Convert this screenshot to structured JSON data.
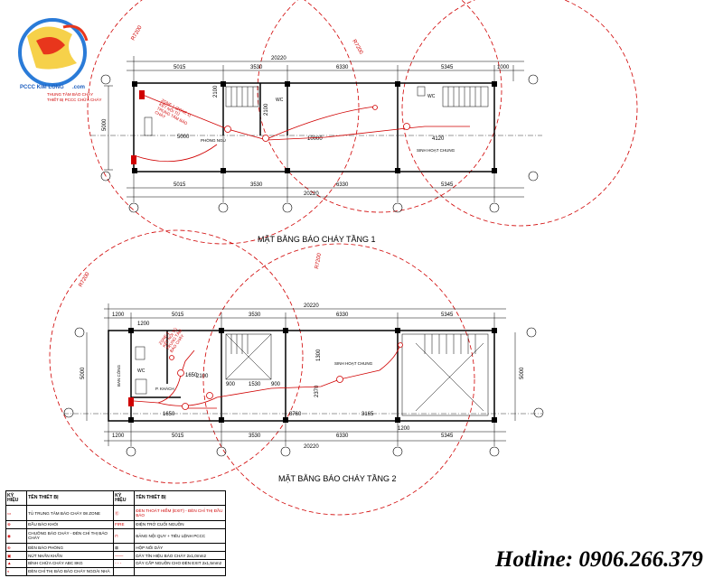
{
  "logo": {
    "name": "PCCC KIM LONG",
    "domain": ".com",
    "tagline_1": "THUNG TÂM BÁO CHÁY",
    "tagline_2": "THIẾT BỊ PCCC CHỮA CHÁY"
  },
  "floor1": {
    "title": "MẶT BẰNG BÁO CHÁY TẦNG 1",
    "top_dims": [
      "5015",
      "3530",
      "6330",
      "5345",
      "1000"
    ],
    "overall": "20220",
    "bottom_dims": [
      "5015",
      "3530",
      "6330",
      "5345"
    ],
    "left_dim": "5000",
    "inner_dims": [
      "5000",
      "10000",
      "4120"
    ],
    "radius_label_1": "R7200",
    "radius_label_2": "R7200",
    "room_wc": "WC",
    "room_living": "SINH HOẠT CHUNG",
    "room_bedroom": "PHÒNG NGỦ",
    "room_dim_1": "2100",
    "room_dim_2": "2100",
    "zone_note": "ZONE 1 (ZONE 1)\nKẾT NỐI TỦ\nTRUNG TÂM BÁO\nCHÁY"
  },
  "floor2": {
    "title": "MẶT BẰNG BÁO CHÁY TẦNG 2",
    "top_dims": [
      "1200",
      "5015",
      "3530",
      "6330",
      "5345"
    ],
    "overall": "20220",
    "bottom_dims": [
      "1200",
      "5015",
      "3530",
      "6330",
      "5345"
    ],
    "left_dim": "5000",
    "right_dim": "5000",
    "inner_dims": [
      "1650",
      "8760",
      "3165",
      "1200"
    ],
    "radius_label_1": "R7200",
    "radius_label_2": "R7200",
    "room_wc": "WC",
    "room_living": "SINH HOẠT CHUNG",
    "room_balcony": "BAN CÔNG",
    "room_bedroom": "P. KHÁCH",
    "extra_dims": [
      "1650",
      "2100",
      "900",
      "1530",
      "900",
      "2370",
      "1200",
      "1300"
    ],
    "zone_note": "ZONE 1\nKẾT NỐI TỦ\nTRUNG TÂM\nBÁO CHÁY"
  },
  "legend": {
    "headers": [
      "KÝ HIỆU",
      "TÊN THIẾT BỊ",
      "KÝ HIỆU",
      "TÊN THIẾT BỊ"
    ],
    "left_items": [
      "TỦ TRUNG TÂM BÁO CHÁY 08 ZONE",
      "ĐẦU BÁO KHÓI",
      "CHUÔNG BÁO CHÁY - ĐÈN CHỈ THỊ BÁO CHÁY",
      "ĐÈN BÁO PHÒNG",
      "NÚT NHẤN KHẨN",
      "BÌNH CHỮA CHÁY ABC 8KG",
      "ĐÈN CHỈ THỊ BÁO BÁO CHÁY NGOÀI NHÀ"
    ],
    "right_items": [
      "ĐÈN THOÁT HIỂM (EXIT) - ĐÈN CHỈ THỊ ĐẦU BÁO",
      "ĐIỆN TRỞ CUỐI NGUỒN",
      "BẢNG NỘI QUY + TIÊU LỆNH PCCC",
      "HỘP NỐI DÂY",
      "DÂY TÍN HIỆU BÁO CHÁY 2x1,0mm2",
      "DÂY CẤP NGUỒN CHO ĐÈN EXIT 2x1,5mm2"
    ],
    "fire_label": "FIRE"
  },
  "hotline": "Hotline: 0906.266.379"
}
